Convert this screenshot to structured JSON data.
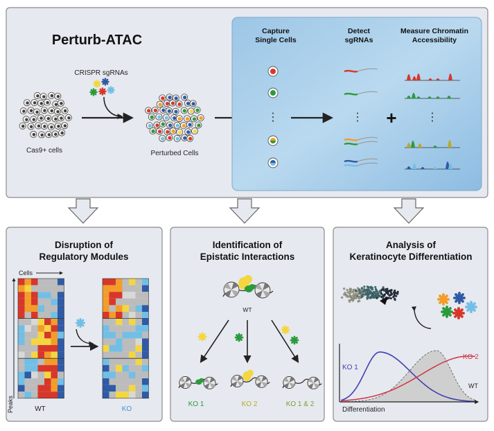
{
  "title": "Perturb-ATAC",
  "top": {
    "crispr_label": "CRISPR sgRNAs",
    "cas9_label": "Cas9+ cells",
    "perturbed_label": "Perturbed Cells",
    "steps": [
      {
        "line1": "Capture",
        "line2": "Single Cells"
      },
      {
        "line1": "Detect",
        "line2": "sgRNAs"
      },
      {
        "line1": "Measure Chromatin",
        "line2": "Accessibility"
      }
    ],
    "plus": "+",
    "ellipsis": "⋮"
  },
  "panels": [
    {
      "title1": "Disruption of",
      "title2": "Regulatory Modules",
      "cells_label": "Cells",
      "peaks_label": "Peaks",
      "wt_label": "WT",
      "ko_label": "KO"
    },
    {
      "title1": "Identification of",
      "title2": "Epistatic Interactions",
      "wt_label": "WT",
      "ko_labels": [
        "KO 1",
        "KO 2",
        "KO 1 & 2"
      ]
    },
    {
      "title1": "Analysis of",
      "title2": "Keratinocyte Differentiation",
      "ko1_label": "KO 1",
      "ko2_label": "KO 2",
      "wt_label": "WT",
      "x_label": "Differentiation"
    }
  ],
  "colors": {
    "panel_bg": "#e6e9ef",
    "blue_box": "#a6cbe7",
    "heat_red": "#d7372b",
    "heat_orange": "#f39c2a",
    "heat_yellow": "#f3d641",
    "heat_blue": "#2f5aa5",
    "heat_lightblue": "#72bfe6",
    "heat_gray": "#bcbcbc",
    "ko_green": "#2a9a3a",
    "ko_yellow": "#b8a92a",
    "ko_blue": "#4a8fd1",
    "curve_blue": "#4040b0",
    "curve_red": "#d03a4a"
  }
}
